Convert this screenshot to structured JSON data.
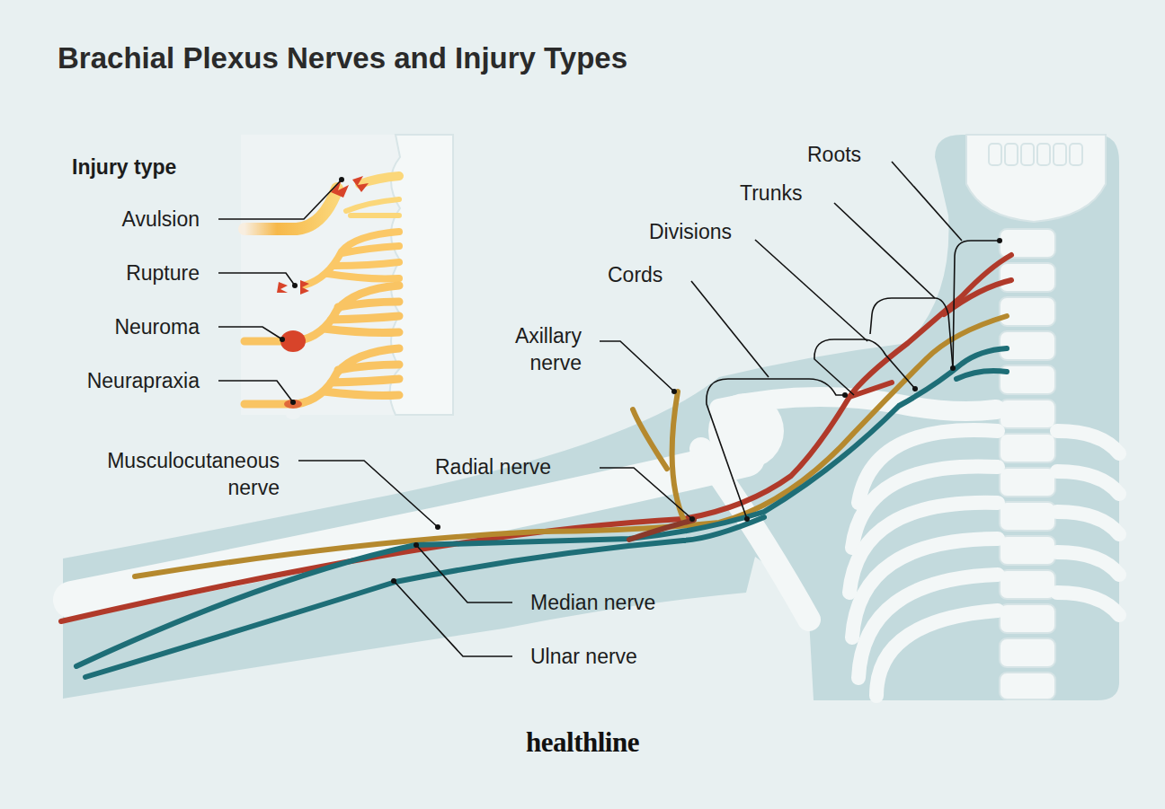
{
  "diagram": {
    "title": "Brachial Plexus Nerves and Injury Types",
    "labels": [
      "Injury type",
      "Avulsion",
      "Rupture",
      "Neuroma",
      "Neurapraxia",
      "Roots",
      "Trunks",
      "Divisions",
      "Cords",
      "Axillary nerve",
      "Musculocutaneous nerve",
      "Radial nerve",
      "Median nerve",
      "Ulnar nerve",
      "healthline"
    ]
  }
}
